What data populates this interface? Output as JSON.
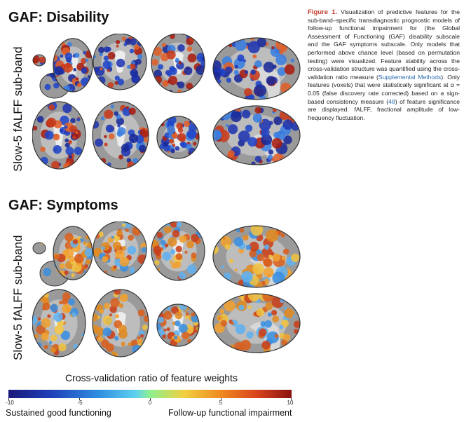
{
  "panels": [
    {
      "title": "GAF: Disability",
      "sublabel": "Slow-5 fALFF sub-band",
      "scheme": "disability"
    },
    {
      "title": "GAF: Symptoms",
      "sublabel": "Slow-5 fALFF sub-band",
      "scheme": "symptoms"
    }
  ],
  "caption": {
    "label": "Figure 1.",
    "part1": " Visualization of predictive features for the sub-band–specific transdiagnostic prognostic models of follow-up functional impairment for (the Global Assessment of Functioning (GAF) disability subscale and the GAF symptoms subscale. Only models that performed above chance level (based on permutation testing) were visualized. Feature stability across the cross-validation structure was quantified using the cross-validation ratio measure (",
    "link1": "Supplemental Methods",
    "part2": "). Only features (voxels) that were statistically significant at α = 0.05 (false discovery rate corrected) based on a sign-based consistency measure (",
    "link2": "48",
    "part3": ") of feature significance are displayed. fALFF, fractional amplitude of low-frequency fluctuation."
  },
  "colorbar": {
    "title": "Cross-validation ratio of feature weights",
    "min": -10,
    "max": 10,
    "ticks": [
      "-10",
      "-5",
      "0",
      "5",
      "10"
    ],
    "left_label": "Sustained good functioning",
    "right_label": "Follow-up functional impairment"
  }
}
